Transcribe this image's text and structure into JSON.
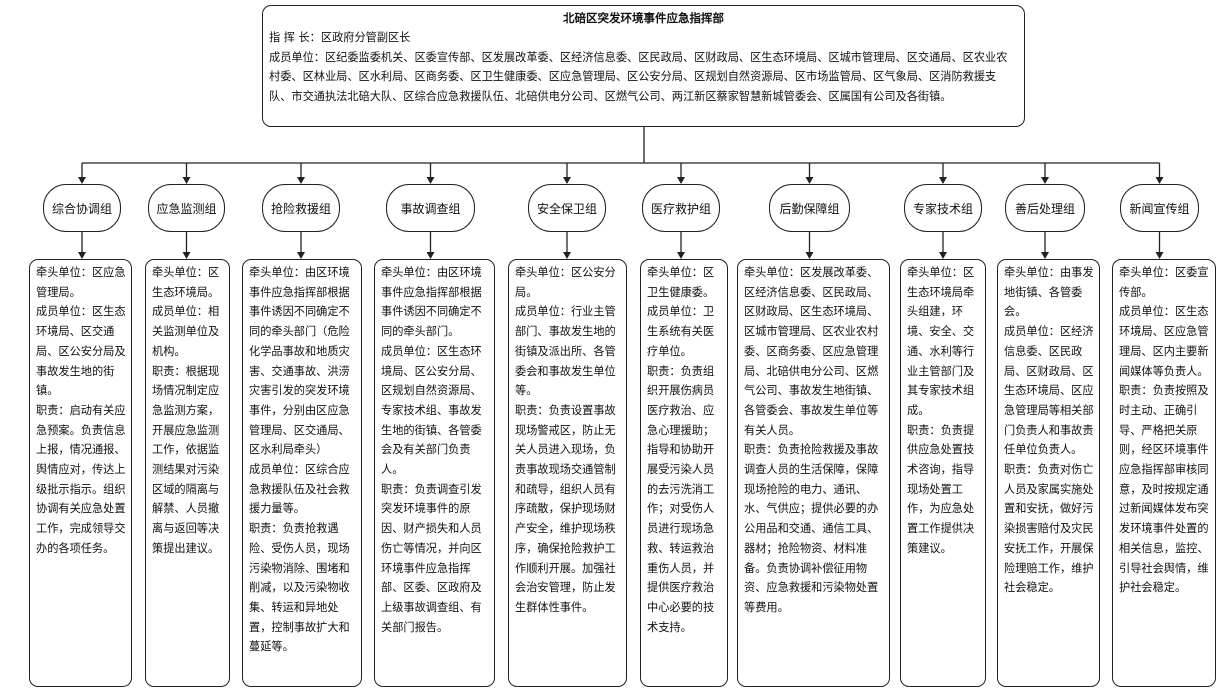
{
  "command": {
    "title": "北碚区突发环境事件应急指挥部",
    "commander_label": "指 挥 长：",
    "commander": "区政府分管副区长",
    "members_label": "成员单位：",
    "members": "区纪委监委机关、区委宣传部、区发展改革委、区经济信息委、区民政局、区财政局、区生态环境局、区城市管理局、区交通局、区农业农村委、区林业局、区水利局、区商务委、区卫生健康委、区应急管理局、区公安分局、区规划自然资源局、区市场监管局、区气象局、区消防救援支队、市交通执法北碚大队、区综合应急救援队伍、北碚供电分公司、区燃气公司、两江新区蔡家智慧新城管委会、区属国有公司及各街镇。"
  },
  "groups": [
    {
      "name": "综合协调组",
      "lead": "牵头单位：区应急管理局。",
      "members": "成员单位：区生态环境局、区交通局、区公安分局及事故发生地的街镇。",
      "duty": "职责：启动有关应急预案。负责信息上报，情况通报、舆情应对，传达上级批示指示。组织协调有关应急处置工作，完成领导交办的各项任务。"
    },
    {
      "name": "应急监测组",
      "lead": "牵头单位：区生态环境局。",
      "members": "成员单位：相关监测单位及机构。",
      "duty": "职责：根据现场情况制定应急监测方案，开展应急监测工作，依据监测结果对污染区域的隔离与解禁、人员撤离与返回等决策提出建议。"
    },
    {
      "name": "抢险救援组",
      "lead": "牵头单位：由区环境事件应急指挥部根据事件诱因不同确定不同的牵头部门（危险化学品事故和地质灾害、交通事故、洪涝灾害引发的突发环境事件，分别由区应急管理局、区交通局、区水利局牵头）",
      "members": "成员单位：区综合应急救援队伍及社会救援力量等。",
      "duty": "职责：负责抢救遇险、受伤人员，现场污染物消除、围堵和削减，以及污染物收集、转运和异地处置，控制事故扩大和蔓延等。"
    },
    {
      "name": "事故调查组",
      "lead": "牵头单位：由区环境事件应急指挥部根据事件诱因不同确定不同的牵头部门。",
      "members": "成员单位：区生态环境局、区公安分局、区规划自然资源局、专家技术组、事故发生地的街镇、各管委会及有关部门负责人。",
      "duty": "职责：负责调查引发突发环境事件的原因、财产损失和人员伤亡等情况，并向区环境事件应急指挥部、区委、区政府及上级事故调查组、有关部门报告。"
    },
    {
      "name": "安全保卫组",
      "lead": "牵头单位：区公安分局。",
      "members": "成员单位：行业主管部门、事故发生地的街镇及派出所、各管委会和事故发生单位等。",
      "duty": "职责：负责设置事故现场警戒区，防止无关人员进入现场，负责事故现场交通管制和疏导，组织人员有序疏散，保护现场财产安全，维护现场秩序，确保抢险救护工作顺利开展。加强社会治安管理，防止发生群体性事件。"
    },
    {
      "name": "医疗救护组",
      "lead": "牵头单位：区卫生健康委。",
      "members": "成员单位：卫生系统有关医疗单位。",
      "duty": "职责：负责组织开展伤病员医疗救治、应急心理援助；指导和协助开展受污染人员的去污洗消工作；对受伤人员进行现场急救、转运救治重伤人员，并提供医疗救治中心必要的技术支持。"
    },
    {
      "name": "后勤保障组",
      "lead": "牵头单位：区发展改革委、区经济信息委、区民政局、区财政局、区生态环境局、区城市管理局、区农业农村委、区商务委、区应急管理局、北碚供电分公司、区燃气公司、事故发生地街镇、各管委会、事故发生单位等有关人员。",
      "members": "",
      "duty": "职责：负责抢险救援及事故调查人员的生活保障，保障现场抢险的电力、通讯、水、气供应；提供必要的办公用品和交通、通信工具、器材；抢险物资、材料准备。负责协调补偿征用物资、应急救援和污染物处置等费用。"
    },
    {
      "name": "专家技术组",
      "lead": "牵头单位：区生态环境局牵头组建，环境、安全、交通、水利等行业主管部门及其专家技术组成。",
      "members": "",
      "duty": "职责：负责提供应急处置技术咨询，指导现场处置工作，为应急处置工作提供决策建议。"
    },
    {
      "name": "善后处理组",
      "lead": "牵头单位：由事发地街镇、各管委会。",
      "members": "成员单位：区经济信息委、区民政局、区财政局、区生态环境局、区应急管理局等相关部门负责人和事故责任单位负责人。",
      "duty": "职责：负责对伤亡人员及家属实施处置和安抚，做好污染损害赔付及灾民安抚工作，开展保险理赔工作，维护社会稳定。"
    },
    {
      "name": "新闻宣传组",
      "lead": "牵头单位：区委宣传部。",
      "members": "成员单位：区生态环境局、区应急管理局、区内主要新闻媒体等负责人。",
      "duty": "职责：负责按照及时主动、正确引导、严格把关原则，经区环境事件应急指挥部审核同意，及时按规定通过新闻媒体发布突发环境事件处置的相关信息，监控、引导社会舆情，维护社会稳定。"
    }
  ]
}
